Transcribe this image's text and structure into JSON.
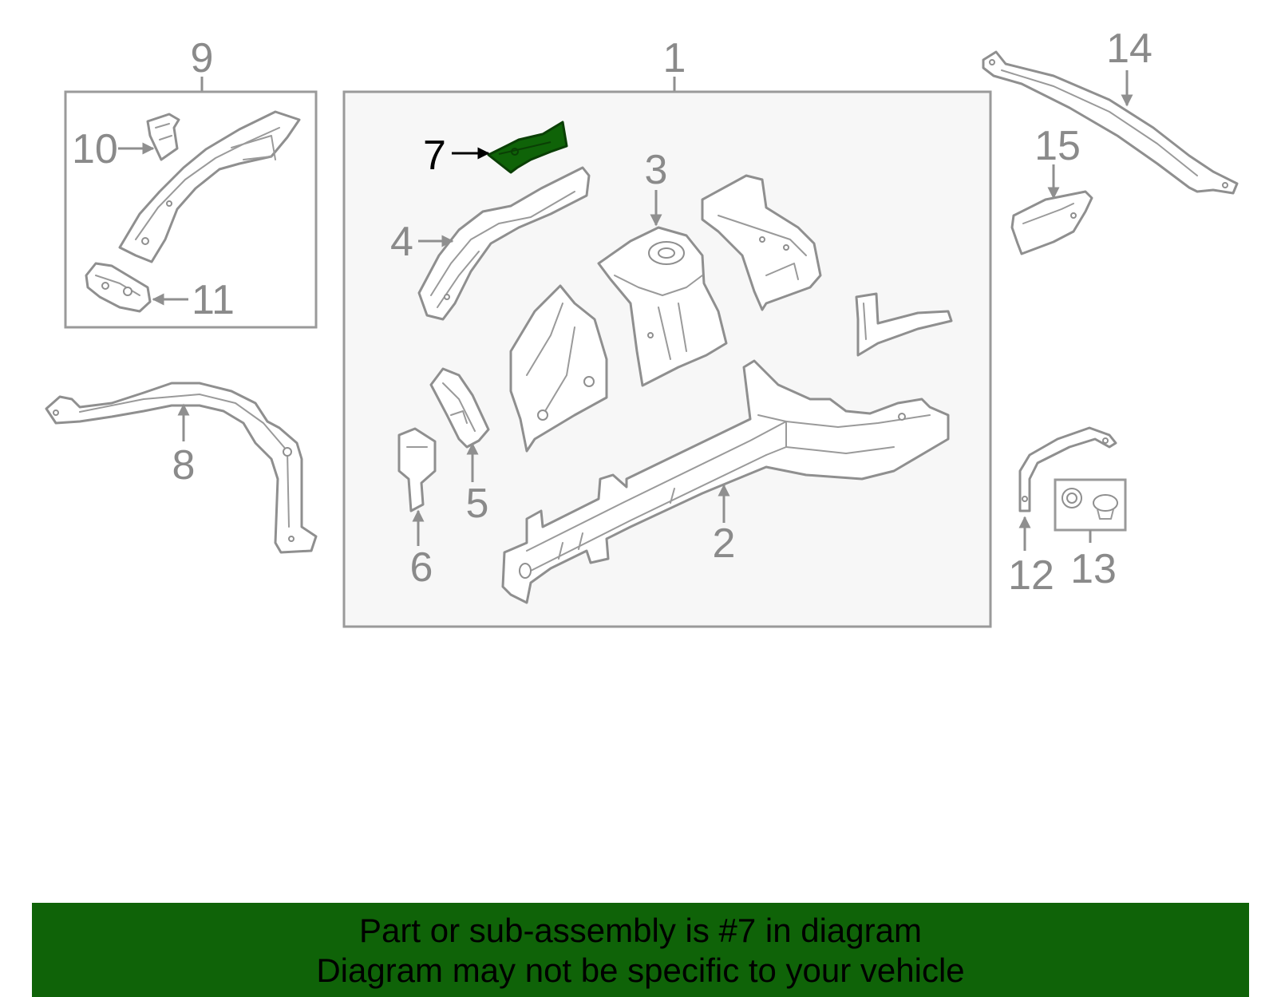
{
  "diagram": {
    "highlight_color": "#0f6308",
    "callouts": {
      "c1": "1",
      "c2": "2",
      "c3": "3",
      "c4": "4",
      "c5": "5",
      "c6": "6",
      "c7": "7",
      "c8": "8",
      "c9": "9",
      "c10": "10",
      "c11": "11",
      "c12": "12",
      "c13": "13",
      "c14": "14",
      "c15": "15"
    },
    "highlighted_callout": "7"
  },
  "banner": {
    "line1": "Part or sub-assembly is #7 in diagram",
    "line2": "Diagram may not be specific to your vehicle",
    "background_color": "#0f6308"
  }
}
